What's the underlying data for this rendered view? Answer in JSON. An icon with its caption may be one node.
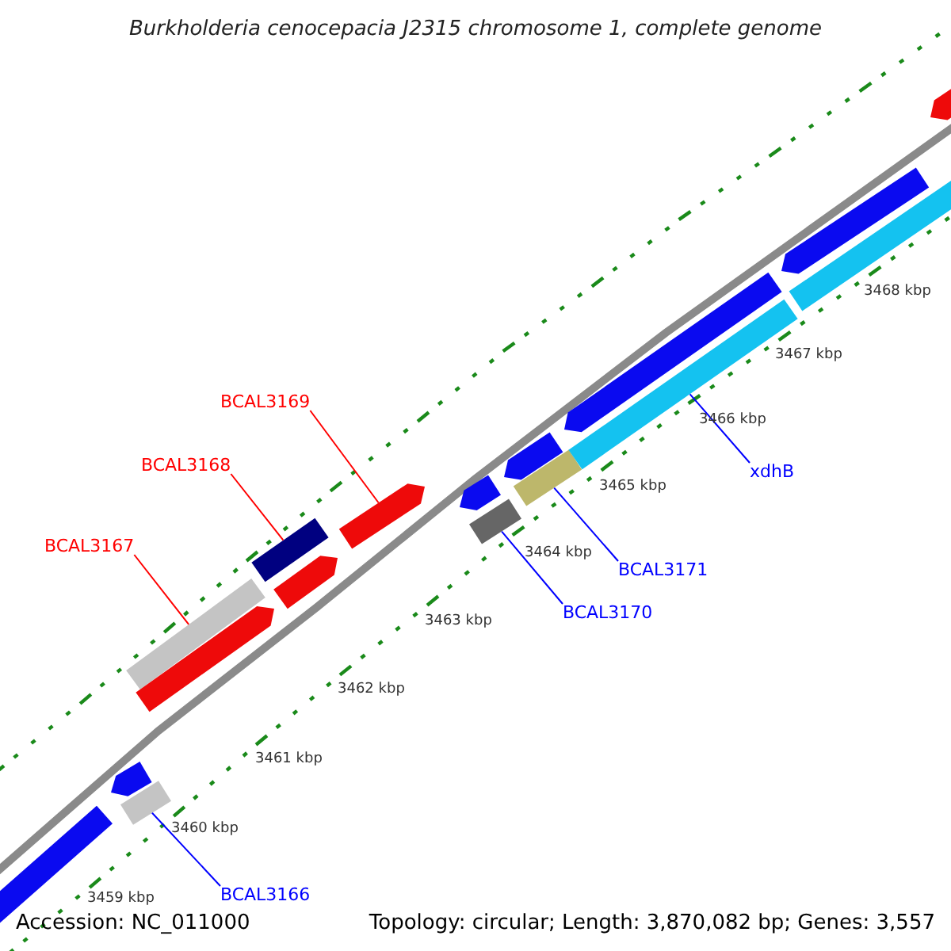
{
  "diagram": {
    "title": "Burkholderia cenocepacia J2315 chromosome 1, complete genome",
    "nodes": [
      {
        "text": [
          "BCAL3169"
        ]
      },
      {
        "text": [
          "BCAL3168"
        ]
      },
      {
        "text": [
          "BCAL3167"
        ]
      },
      {
        "text": [
          "BCAL3166"
        ]
      },
      {
        "text": [
          "BCAL3170"
        ]
      },
      {
        "text": [
          "BCAL3171"
        ]
      },
      {
        "text": [
          "xdhB"
        ]
      },
      {
        "text": [],
        "shape": "bar"
      },
      {
        "text": [],
        "shape": "arrow"
      },
      {
        "text": [],
        "shape": "bar"
      },
      {
        "text": [],
        "shape": "bar"
      },
      {
        "text": [],
        "shape": "arrow"
      },
      {
        "text": [],
        "shape": "bar"
      },
      {
        "text": [],
        "shape": "arrow"
      },
      {
        "text": [],
        "shape": "arrow"
      },
      {
        "text": [],
        "shape": "arrow"
      },
      {
        "text": [],
        "shape": "bar"
      },
      {
        "text": [],
        "shape": "arrow"
      },
      {
        "text": [],
        "shape": "bar"
      },
      {
        "text": [],
        "shape": "arrow"
      },
      {
        "text": [],
        "shape": "bar"
      },
      {
        "text": [],
        "shape": "arrow"
      },
      {
        "text": [],
        "shape": "bar"
      },
      {
        "text": [],
        "shape": "arrow"
      }
    ],
    "edges": [
      {
        "from": 0,
        "to": 14,
        "arrow": "none",
        "color": "#ff0000"
      },
      {
        "from": 1,
        "to": 12,
        "arrow": "none",
        "color": "#ff0000"
      },
      {
        "from": 2,
        "to": 10,
        "arrow": "none",
        "color": "#ff0000"
      },
      {
        "from": 3,
        "to": 9,
        "arrow": "none"
      },
      {
        "from": 4,
        "to": 16,
        "arrow": "none"
      },
      {
        "from": 5,
        "to": 18,
        "arrow": "none"
      },
      {
        "from": 6,
        "to": 20,
        "arrow": "none"
      }
    ],
    "labels": [
      "3468 kbp",
      "3467 kbp",
      "3466 kbp",
      "3465 kbp",
      "3464 kbp",
      "3463 kbp",
      "3462 kbp",
      "3461 kbp",
      "3460 kbp",
      "3459 kbp",
      "Accession: NC_011000",
      "Topology: circular; Length: 3,870,082 bp; Genes: 3,557"
    ]
  }
}
